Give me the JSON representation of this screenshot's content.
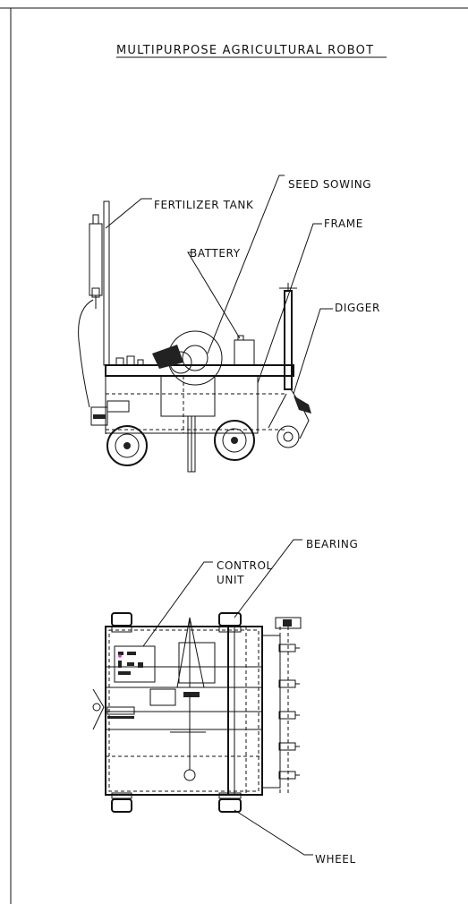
{
  "title": "MULTIPURPOSE AGRICULTURAL ROBOT",
  "labels": {
    "fertilizer_tank": "FERTILIZER TANK",
    "seed_sowing": "SEED SOWING",
    "frame": "FRAME",
    "battery": "BATTERY",
    "digger": "DIGGER",
    "bearing": "BEARING",
    "control_unit_1": "CONTROL",
    "control_unit_2": "UNIT",
    "wheel": "WHEEL"
  },
  "colors": {
    "line": "#111111",
    "background": "#ffffff",
    "accent": "#cc33cc"
  }
}
